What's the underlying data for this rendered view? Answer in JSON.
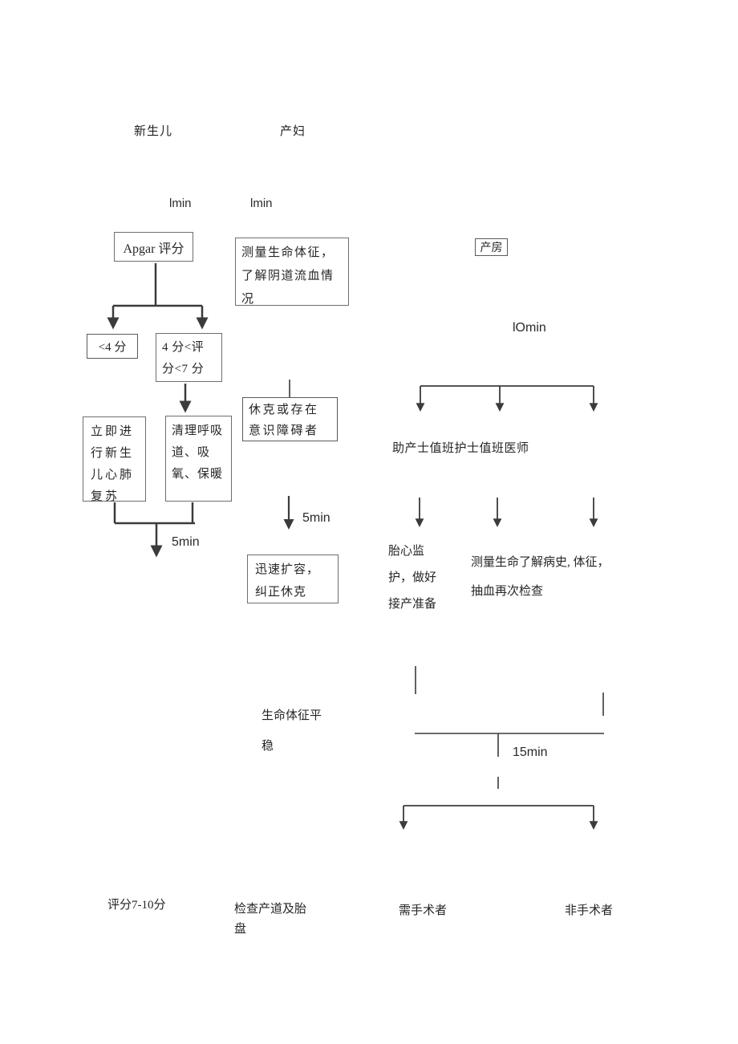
{
  "diagram": {
    "column_headers": {
      "newborn": "新生儿",
      "mother": "产妇"
    },
    "time_labels": {
      "newborn_1min": "lmin",
      "mother_1min": "lmin",
      "delivery_10min": "lOmin",
      "newborn_5min": "5min",
      "shock_5min": "5min",
      "recheck_15min": "15min"
    },
    "boxes": {
      "apgar": "Apgar 评分",
      "measure_vitals": "测量生命体征，了解阴道流血情况",
      "score_lt4": "<4 分",
      "score_4_to_7": "4 分<评分<7 分",
      "newborn_cpr": "立即进行新生儿心肺复苏",
      "clear_airway": "清理呼吸道、吸氧、保暖",
      "shock": "休克或存在意识障碍者",
      "expand_volume": "迅速扩容，纠正休克",
      "delivery_room": "产房"
    },
    "texts": {
      "staff": "助产士值班护士值班医师",
      "fetal_monitor": "胎心监护，做好接产准备",
      "measure_history": "测量生命了解病史, 体征，抽血再次检查",
      "vitals_stable": "生命体征平稳",
      "score_7_10": "评分7-10分",
      "check_canal": "检查产道及胎盘",
      "need_surgery": "需手术者",
      "no_surgery": "非手术者"
    },
    "colors": {
      "background": "#ffffff",
      "line": "#3b3b3b",
      "box_border": "#6e6e6e",
      "text": "#1f1f1f"
    }
  }
}
